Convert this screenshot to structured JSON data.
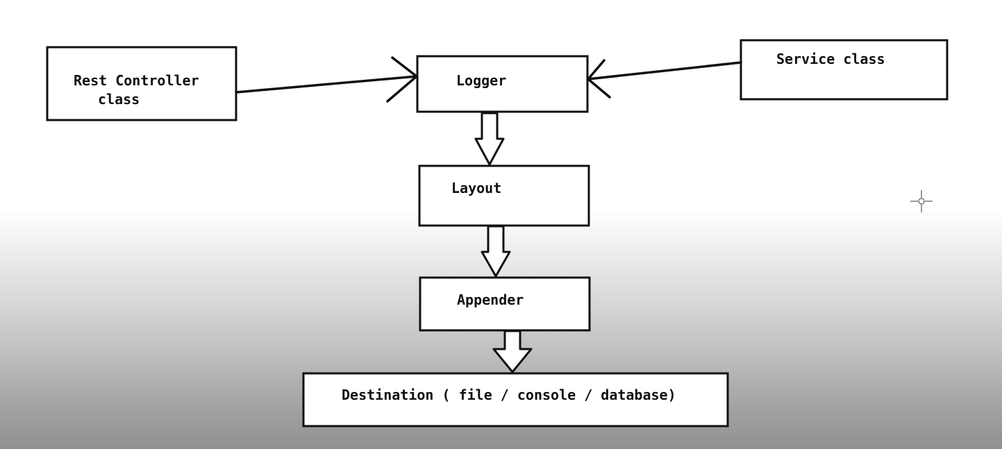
{
  "nodes": {
    "rest_controller": {
      "line1": "Rest Controller",
      "line2": "class"
    },
    "logger": {
      "label": "Logger"
    },
    "service": {
      "label": "Service class"
    },
    "layout": {
      "label": "Layout"
    },
    "appender": {
      "label": "Appender"
    },
    "destination": {
      "label": "Destination ( file / console / database)"
    }
  },
  "edges": [
    {
      "from": "Rest Controller class",
      "to": "Logger",
      "style": "line-arrow"
    },
    {
      "from": "Service class",
      "to": "Logger",
      "style": "line-arrow"
    },
    {
      "from": "Logger",
      "to": "Layout",
      "style": "hollow-block-arrow"
    },
    {
      "from": "Layout",
      "to": "Appender",
      "style": "hollow-block-arrow"
    },
    {
      "from": "Appender",
      "to": "Destination ( file / console / database)",
      "style": "hollow-block-arrow"
    }
  ],
  "colors": {
    "stroke": "#111111",
    "box_fill": "#ffffff",
    "text": "#111111"
  },
  "icons": {
    "cursor": "crosshair-cursor-icon"
  }
}
